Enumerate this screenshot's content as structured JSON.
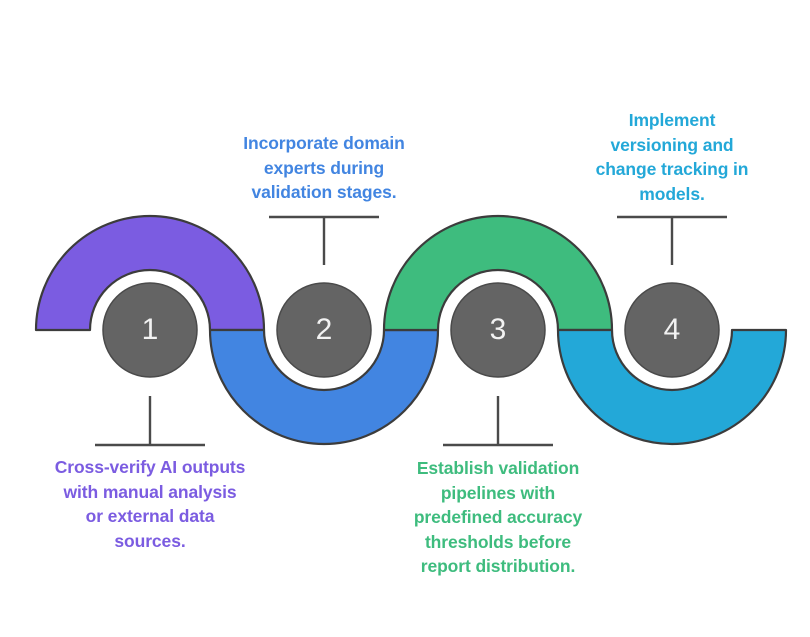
{
  "diagram": {
    "type": "wave-process-timeline",
    "step_count": 4,
    "steps": [
      {
        "number": "1",
        "label": "Cross-verify AI outputs with manual analysis or external data sources.",
        "label_position": "below",
        "arc_direction": "top",
        "color": "#7B5CE1"
      },
      {
        "number": "2",
        "label": "Incorporate domain experts during validation stages.",
        "label_position": "above",
        "arc_direction": "bottom",
        "color": "#4285E1"
      },
      {
        "number": "3",
        "label": "Establish validation pipelines with predefined accuracy thresholds before report distribution.",
        "label_position": "below",
        "arc_direction": "top",
        "color": "#3EBC7E"
      },
      {
        "number": "4",
        "label": "Implement versioning and change tracking in models.",
        "label_position": "above",
        "arc_direction": "bottom",
        "color": "#23A8D8"
      }
    ]
  },
  "palette": {
    "step1": "#7B5CE1",
    "step2": "#4285E1",
    "step3": "#3EBC7E",
    "step4": "#23A8D8",
    "circle": "#646464",
    "number": "#F2F2F2",
    "outline": "#3C3C3C",
    "connector": "#4A4A4A",
    "bg": "#FFFFFF"
  }
}
